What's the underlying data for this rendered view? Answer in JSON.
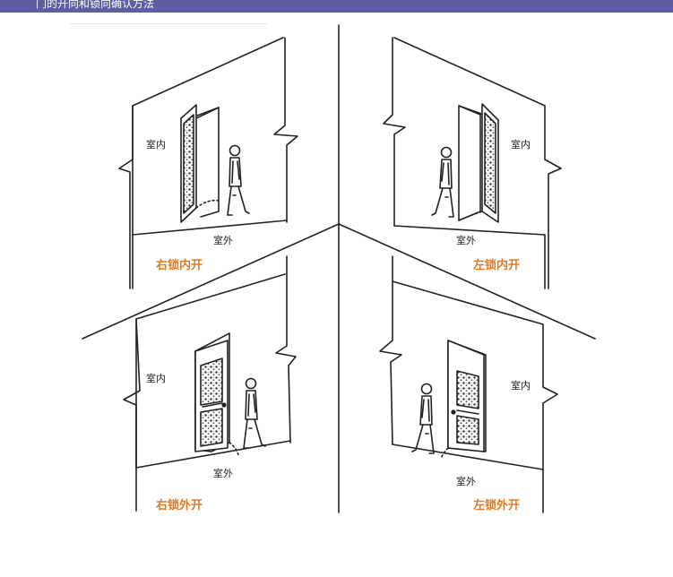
{
  "header": {
    "title": "门的开向和锁向确认方法"
  },
  "panels": [
    {
      "indoor": "室内",
      "outdoor": "室外",
      "caption": "右锁内开"
    },
    {
      "indoor": "室内",
      "outdoor": "室外",
      "caption": "左锁内开"
    },
    {
      "indoor": "室内",
      "outdoor": "室外",
      "caption": "右锁外开"
    },
    {
      "indoor": "室内",
      "outdoor": "室外",
      "caption": "左锁外开"
    }
  ],
  "colors": {
    "header_bg": "#5e5ea6",
    "caption": "#e8781e",
    "line": "#222222"
  }
}
